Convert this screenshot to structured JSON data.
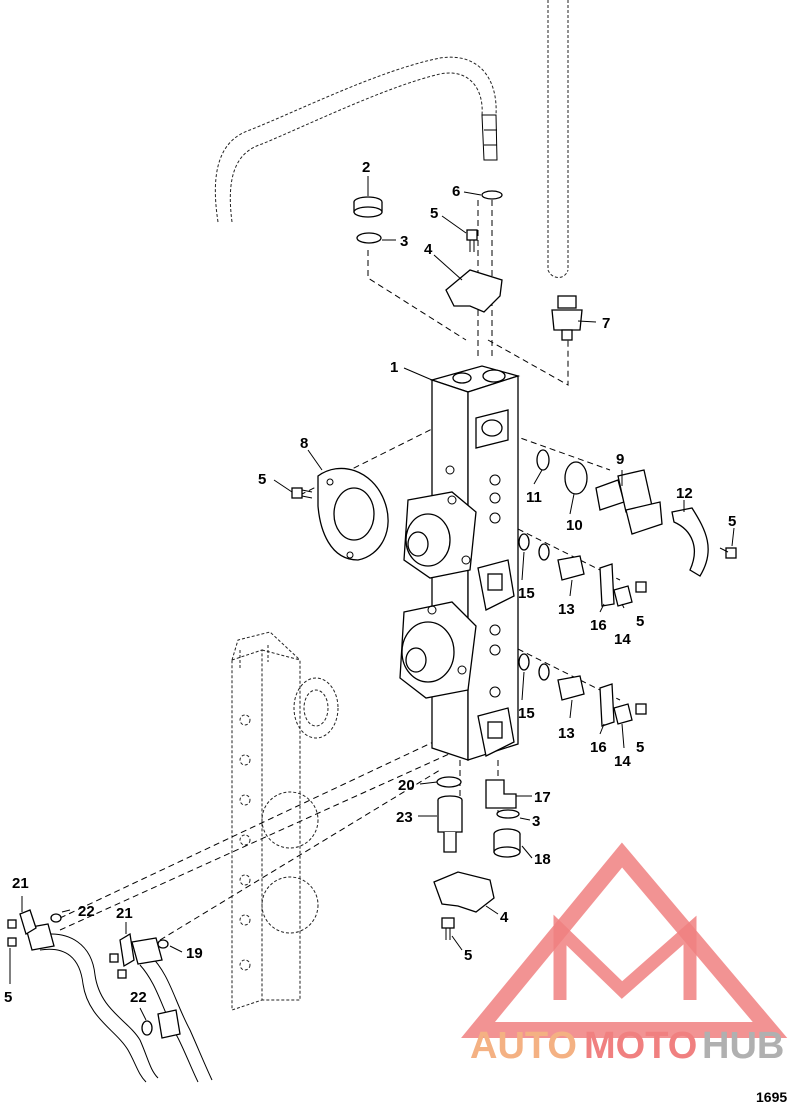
{
  "figure_number": "1695",
  "watermark": {
    "word_part1": "AUTO",
    "word_part2": "MOTO",
    "word_part3": "HUB",
    "color_orange": "#f4b183",
    "color_red": "#f08080",
    "color_gray": "#b0b0b0"
  },
  "callouts": [
    {
      "id": "c-1",
      "text": "1"
    },
    {
      "id": "c-2",
      "text": "2"
    },
    {
      "id": "c-3a",
      "text": "3"
    },
    {
      "id": "c-4a",
      "text": "4"
    },
    {
      "id": "c-5a",
      "text": "5"
    },
    {
      "id": "c-6",
      "text": "6"
    },
    {
      "id": "c-7",
      "text": "7"
    },
    {
      "id": "c-8",
      "text": "8"
    },
    {
      "id": "c-5b",
      "text": "5"
    },
    {
      "id": "c-9",
      "text": "9"
    },
    {
      "id": "c-11",
      "text": "11"
    },
    {
      "id": "c-10",
      "text": "10"
    },
    {
      "id": "c-12",
      "text": "12"
    },
    {
      "id": "c-5c",
      "text": "5"
    },
    {
      "id": "c-15a",
      "text": "15"
    },
    {
      "id": "c-13a",
      "text": "13"
    },
    {
      "id": "c-16a",
      "text": "16"
    },
    {
      "id": "c-14a",
      "text": "14"
    },
    {
      "id": "c-5d",
      "text": "5"
    },
    {
      "id": "c-15b",
      "text": "15"
    },
    {
      "id": "c-13b",
      "text": "13"
    },
    {
      "id": "c-16b",
      "text": "16"
    },
    {
      "id": "c-14b",
      "text": "14"
    },
    {
      "id": "c-5e",
      "text": "5"
    },
    {
      "id": "c-20",
      "text": "20"
    },
    {
      "id": "c-17",
      "text": "17"
    },
    {
      "id": "c-23",
      "text": "23"
    },
    {
      "id": "c-3b",
      "text": "3"
    },
    {
      "id": "c-18",
      "text": "18"
    },
    {
      "id": "c-4b",
      "text": "4"
    },
    {
      "id": "c-5f",
      "text": "5"
    },
    {
      "id": "c-21a",
      "text": "21"
    },
    {
      "id": "c-22a",
      "text": "22"
    },
    {
      "id": "c-21b",
      "text": "21"
    },
    {
      "id": "c-19",
      "text": "19"
    },
    {
      "id": "c-5g",
      "text": "5"
    },
    {
      "id": "c-22b",
      "text": "22"
    }
  ]
}
